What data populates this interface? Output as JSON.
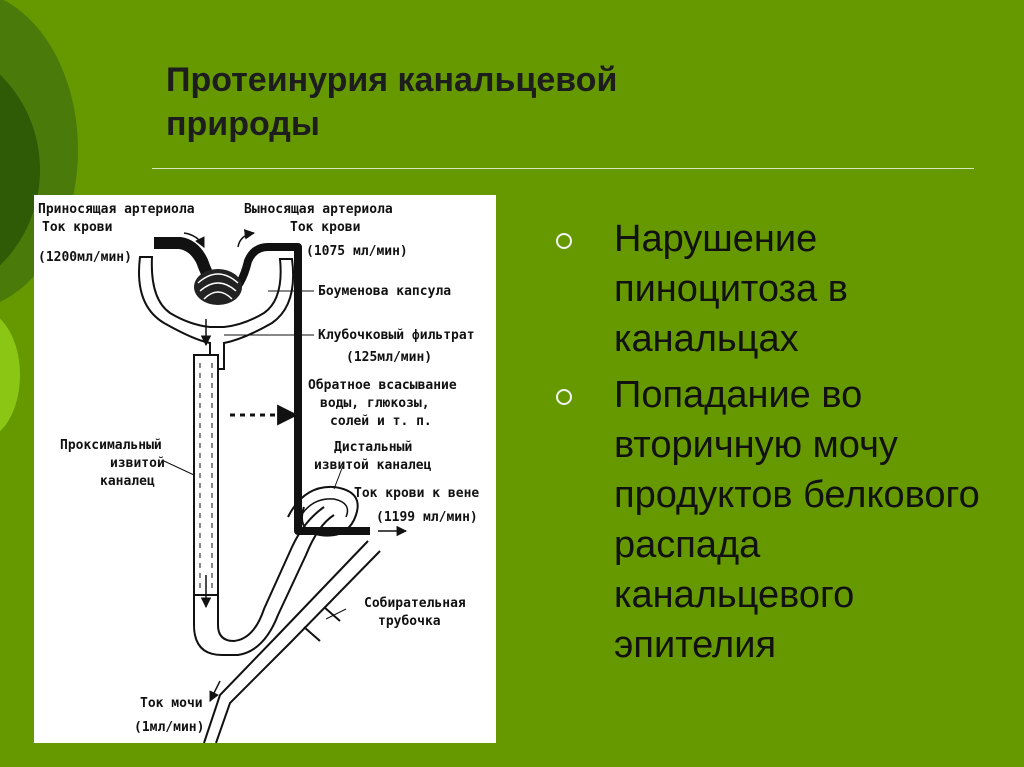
{
  "title": {
    "line1": "Протеинурия канальцевой",
    "line2": "природы"
  },
  "diagram": {
    "labels": {
      "afferent": "Приносящая артериола",
      "efferent": "Выносящая артериола",
      "blood_flow_in": "Ток крови",
      "blood_flow_in_value": "(1200мл/мин)",
      "blood_flow_out": "Ток крови",
      "blood_flow_out_value": "(1075 мл/мин)",
      "bowman": "Боуменова капсула",
      "filtrate": "Клубочковый фильтрат",
      "filtrate_value": "(125мл/мин)",
      "reabsorption_1": "Обратное всасывание",
      "reabsorption_2": "воды, глюкозы,",
      "reabsorption_3": "солей и т. п.",
      "distal_1": "Дистальный",
      "distal_2": "извитой каналец",
      "proximal_1": "Проксимальный",
      "proximal_2": "извитой",
      "proximal_3": "каналец",
      "vein_flow": "Ток крови к вене",
      "vein_flow_value": "(1199 мл/мин)",
      "collecting_1": "Собирательная",
      "collecting_2": "трубочка",
      "urine_flow": "Ток мочи",
      "urine_flow_value": "(1мл/мин)"
    }
  },
  "bullets": [
    {
      "text": "Нарушение пиноцитоза в канальцах",
      "icon": "circle-bullet-icon"
    },
    {
      "text": "Попадание во вторичную мочу продуктов белкового распада канальцевого эпителия",
      "icon": "circle-bullet-icon"
    }
  ],
  "colors": {
    "background": "#669900",
    "text": "#111111",
    "bullet": "#f2f2f2"
  }
}
